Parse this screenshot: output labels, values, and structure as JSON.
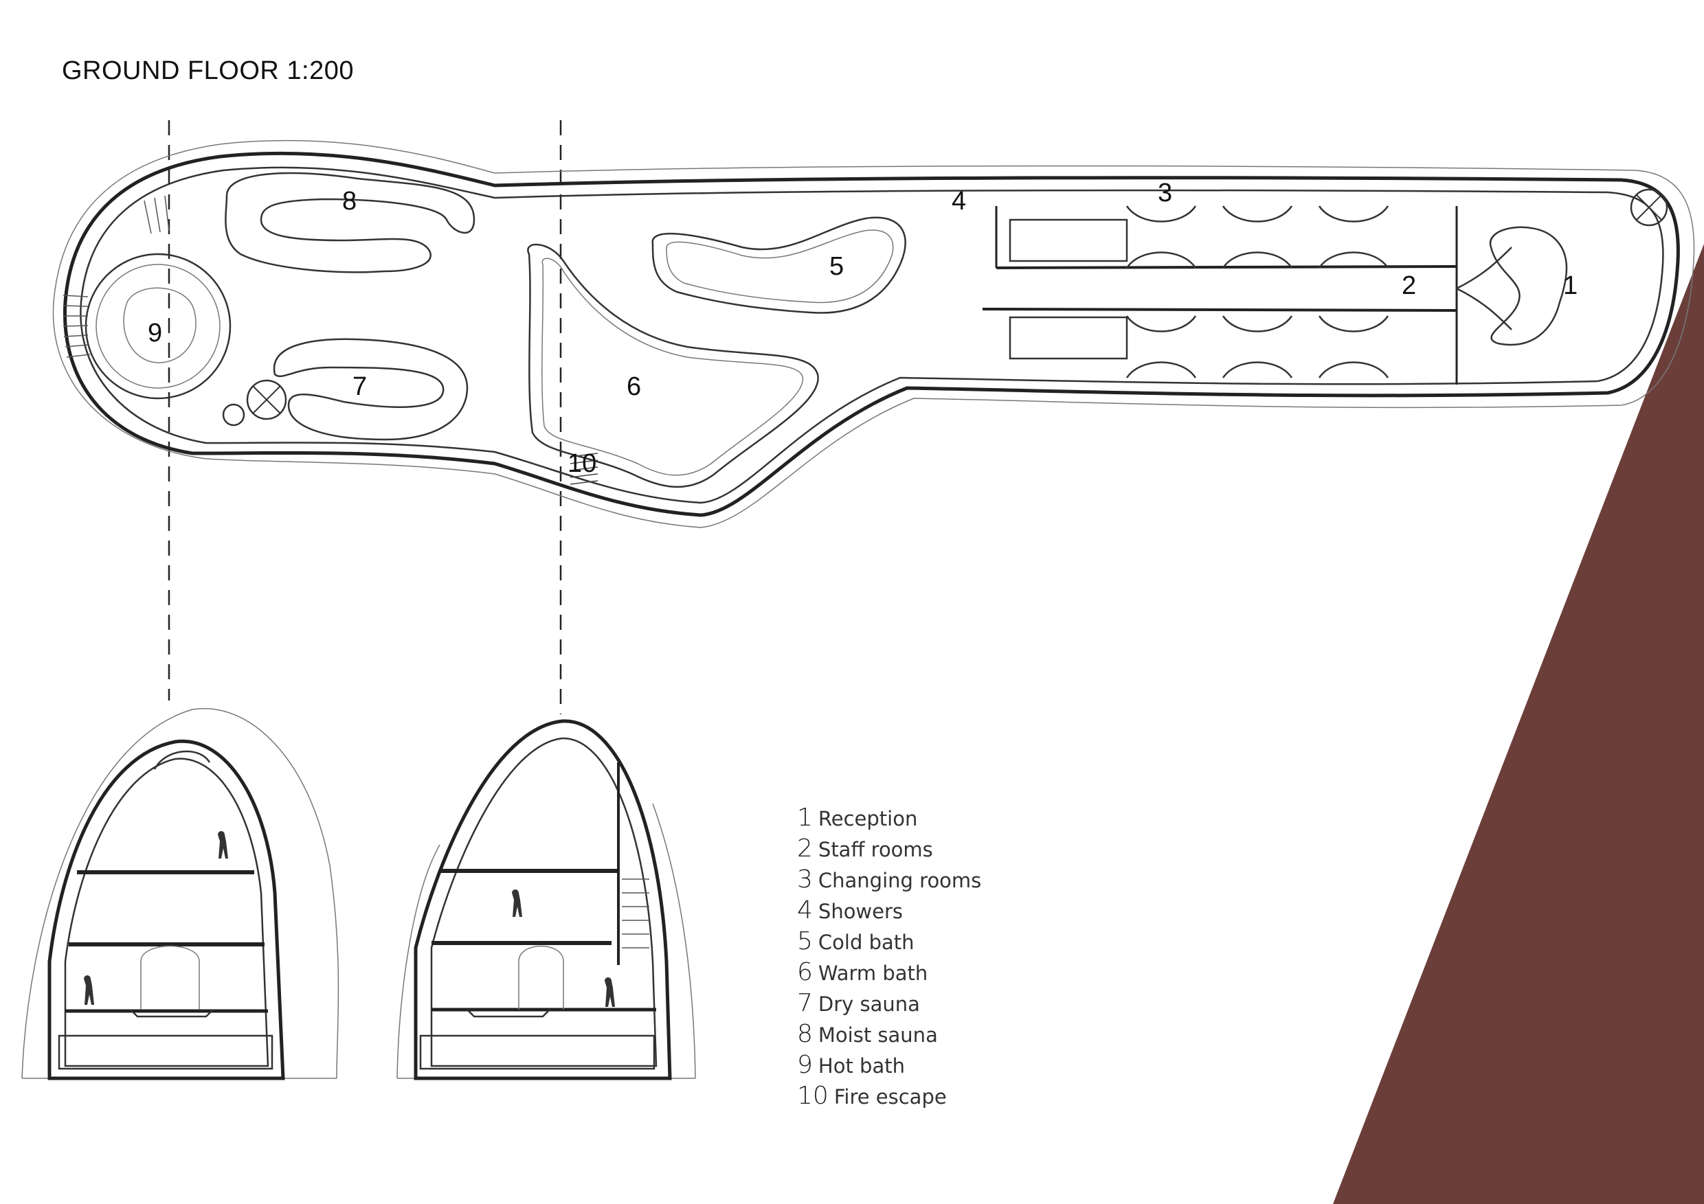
{
  "plan": {
    "title": "GROUND FLOOR 1:200",
    "room_numbers": [
      "1",
      "2",
      "3",
      "4",
      "5",
      "6",
      "7",
      "8",
      "9",
      "10"
    ]
  },
  "legend": [
    {
      "num": "1",
      "text": "Reception"
    },
    {
      "num": "2",
      "text": "Staff rooms"
    },
    {
      "num": "3",
      "text": "Changing rooms"
    },
    {
      "num": "4",
      "text": "Showers"
    },
    {
      "num": "5",
      "text": "Cold bath"
    },
    {
      "num": "6",
      "text": "Warm bath"
    },
    {
      "num": "7",
      "text": "Dry sauna"
    },
    {
      "num": "8",
      "text": "Moist sauna"
    },
    {
      "num": "9",
      "text": "Hot bath"
    },
    {
      "num": "10",
      "text": "Fire escape"
    }
  ],
  "colors": {
    "accent": "#6b3e3a",
    "line": "#222222",
    "background": "#ffffff"
  }
}
